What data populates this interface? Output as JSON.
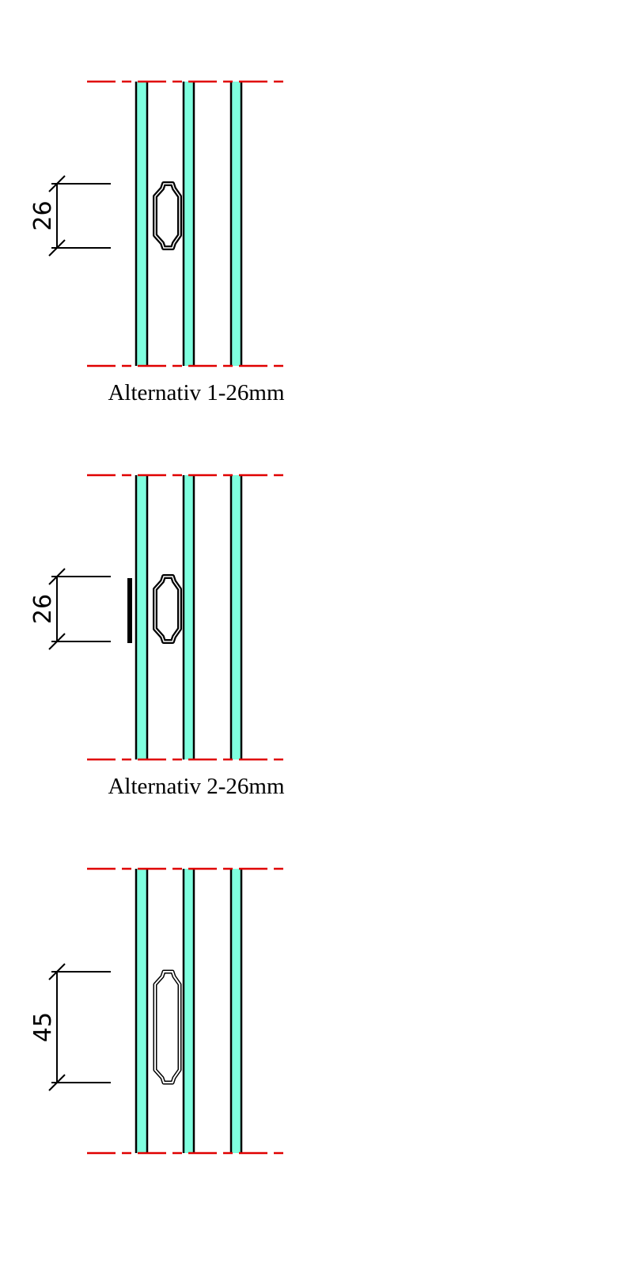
{
  "colors": {
    "glass": "#7fffdf",
    "centerline": "#e00000",
    "line": "#000000"
  },
  "details": [
    {
      "dimension": "26",
      "label": "Alternativ 1-26mm",
      "spacer_size": 26,
      "side_bar": false
    },
    {
      "dimension": "26",
      "label": "Alternativ 2-26mm",
      "spacer_size": 26,
      "side_bar": true
    },
    {
      "dimension": "45",
      "label": "",
      "spacer_size": 45,
      "side_bar": false
    }
  ]
}
